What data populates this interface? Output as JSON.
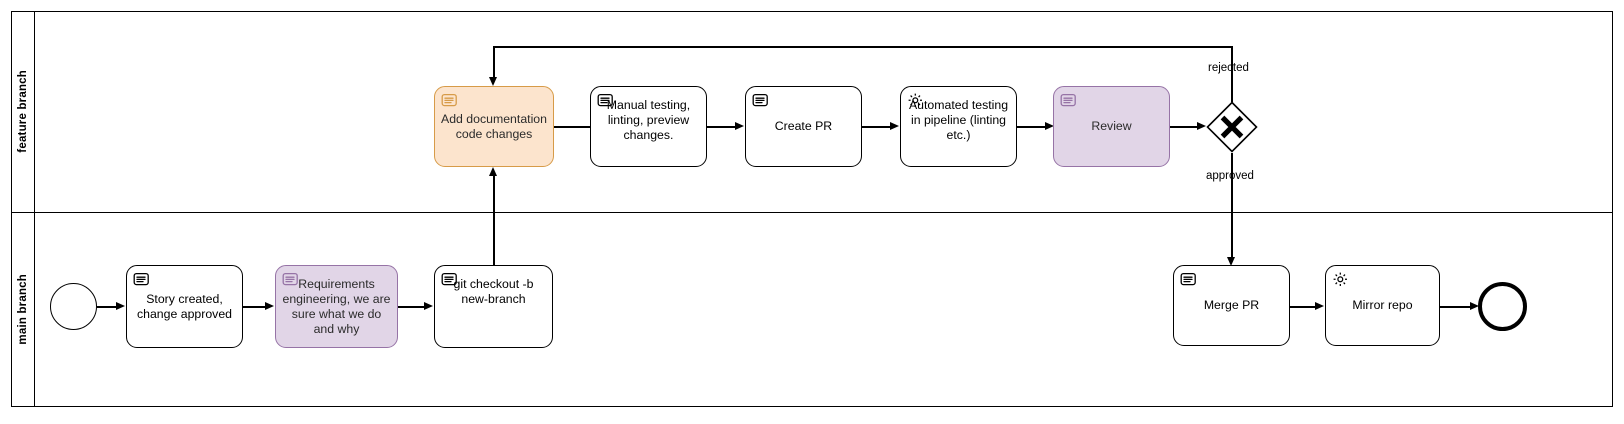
{
  "diagram": {
    "type": "bpmn-process",
    "pool": {
      "lanes": [
        {
          "id": "feature",
          "label": "feature branch"
        },
        {
          "id": "main",
          "label": "main branch"
        }
      ]
    },
    "colors": {
      "orange_fill": "#fce4cd",
      "orange_stroke": "#d79b48",
      "purple_fill": "#e1d5e7",
      "purple_stroke": "#9673a6",
      "default_fill": "#ffffff",
      "stroke": "#000000"
    },
    "nodes": {
      "start_event": {
        "name": "start-event",
        "label": ""
      },
      "story_created": {
        "label": "Story created, change approved",
        "marker": "manual-task-icon",
        "fill": "default"
      },
      "requirements_engineering": {
        "label": "Requirements engineering, we are sure what we do and why",
        "marker": "manual-task-icon",
        "fill": "purple"
      },
      "git_checkout": {
        "label": "git checkout -b new-branch",
        "marker": "manual-task-icon",
        "fill": "default"
      },
      "add_documentation": {
        "label": "Add documentation code changes",
        "marker": "manual-task-icon",
        "fill": "orange"
      },
      "manual_testing": {
        "label": "Manual testing, linting, preview changes.",
        "marker": "manual-task-icon",
        "fill": "default"
      },
      "create_pr": {
        "label": "Create PR",
        "marker": "manual-task-icon",
        "fill": "default"
      },
      "automated_testing": {
        "label": "Automated testing in pipeline (linting etc.)",
        "marker": "service-task-icon",
        "fill": "default"
      },
      "review": {
        "label": "Review",
        "marker": "manual-task-icon",
        "fill": "purple"
      },
      "gateway": {
        "name": "exclusive-gateway",
        "label": ""
      },
      "merge_pr": {
        "label": "Merge PR",
        "marker": "manual-task-icon",
        "fill": "default"
      },
      "mirror_repo": {
        "label": "Mirror repo",
        "marker": "service-task-icon",
        "fill": "default"
      },
      "end_event": {
        "name": "end-event",
        "label": ""
      }
    },
    "edge_labels": {
      "rejected": "rejected",
      "approved": "approved"
    },
    "flows": [
      {
        "from": "start_event",
        "to": "story_created",
        "label": ""
      },
      {
        "from": "story_created",
        "to": "requirements_engineering",
        "label": ""
      },
      {
        "from": "requirements_engineering",
        "to": "git_checkout",
        "label": ""
      },
      {
        "from": "git_checkout",
        "to": "add_documentation",
        "label": ""
      },
      {
        "from": "add_documentation",
        "to": "manual_testing",
        "label": ""
      },
      {
        "from": "manual_testing",
        "to": "create_pr",
        "label": ""
      },
      {
        "from": "create_pr",
        "to": "automated_testing",
        "label": ""
      },
      {
        "from": "automated_testing",
        "to": "review",
        "label": ""
      },
      {
        "from": "review",
        "to": "gateway",
        "label": ""
      },
      {
        "from": "gateway",
        "to": "add_documentation",
        "label": "rejected"
      },
      {
        "from": "gateway",
        "to": "merge_pr",
        "label": "approved"
      },
      {
        "from": "merge_pr",
        "to": "mirror_repo",
        "label": ""
      },
      {
        "from": "mirror_repo",
        "to": "end_event",
        "label": ""
      }
    ]
  }
}
